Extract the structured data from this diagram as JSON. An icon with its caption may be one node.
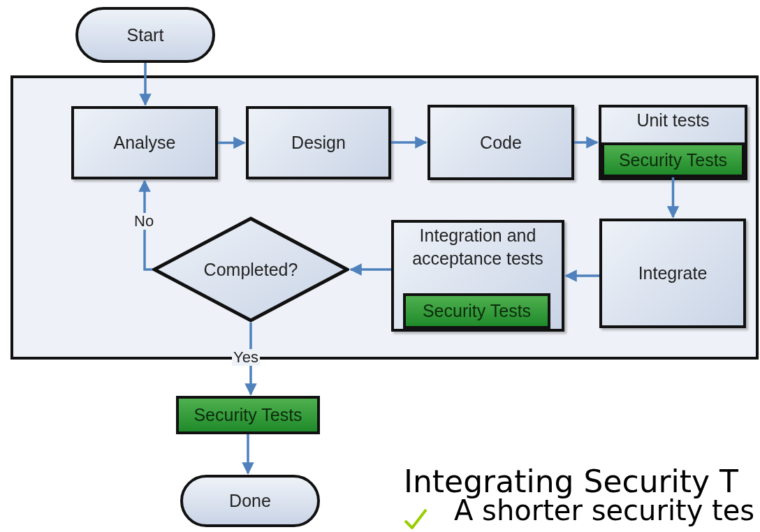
{
  "diagram": {
    "nodes": [
      {
        "text": [
          "Start"
        ]
      },
      {
        "text": [],
        "shape": "box"
      },
      {
        "text": [
          "Analyse"
        ],
        "in": 1
      },
      {
        "text": [
          "Design"
        ],
        "in": 1
      },
      {
        "text": [
          "Code"
        ],
        "in": 1
      },
      {
        "text": [
          "Unit tests"
        ],
        "in": 1
      },
      {
        "text": [
          "Security Tests"
        ],
        "in": 5
      },
      {
        "text": [
          "Integrate"
        ],
        "in": 1
      },
      {
        "text": [
          "Integration and acceptance tests"
        ],
        "in": 1
      },
      {
        "text": [
          "Security Tests"
        ],
        "in": 8
      },
      {
        "text": [
          "Completed?"
        ],
        "in": 1
      },
      {
        "text": [
          "Security Tests"
        ]
      },
      {
        "text": [
          "Done"
        ]
      }
    ],
    "edges": [
      {
        "from": 0,
        "to": 2,
        "arrow": "to"
      },
      {
        "from": 2,
        "to": 3,
        "arrow": "to"
      },
      {
        "from": 3,
        "to": 4,
        "arrow": "to"
      },
      {
        "from": 4,
        "to": 5,
        "arrow": "to"
      },
      {
        "from": 6,
        "to": 7,
        "arrow": "to"
      },
      {
        "from": 7,
        "to": 8,
        "arrow": "to"
      },
      {
        "from": 8,
        "to": 10,
        "arrow": "to"
      },
      {
        "from": 10,
        "to": 2,
        "arrow": "to",
        "label": "No"
      },
      {
        "from": 10,
        "to": 11,
        "arrow": "to",
        "label": "Yes"
      },
      {
        "from": 11,
        "to": 12,
        "arrow": "to"
      }
    ],
    "labels": [
      "Integrating Security T",
      "A shorter security tes"
    ]
  }
}
